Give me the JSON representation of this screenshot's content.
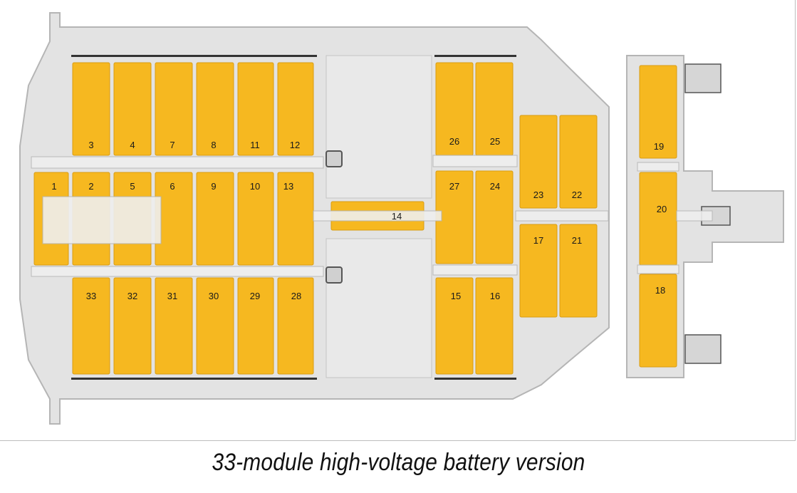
{
  "caption": "33-module high-voltage battery version",
  "colors": {
    "module_fill": "#f6b820",
    "module_edge": "#d99c12",
    "tray": "#e3e3e3",
    "tray_edge": "#b5b5b5",
    "busbar": "#efefef"
  },
  "modules": [
    {
      "id": "1",
      "label": "1"
    },
    {
      "id": "2",
      "label": "2"
    },
    {
      "id": "3",
      "label": "3"
    },
    {
      "id": "4",
      "label": "4"
    },
    {
      "id": "5",
      "label": "5"
    },
    {
      "id": "6",
      "label": "6"
    },
    {
      "id": "7",
      "label": "7"
    },
    {
      "id": "8",
      "label": "8"
    },
    {
      "id": "9",
      "label": "9"
    },
    {
      "id": "10",
      "label": "10"
    },
    {
      "id": "11",
      "label": "11"
    },
    {
      "id": "12",
      "label": "12"
    },
    {
      "id": "13",
      "label": "13"
    },
    {
      "id": "14",
      "label": "14"
    },
    {
      "id": "15",
      "label": "15"
    },
    {
      "id": "16",
      "label": "16"
    },
    {
      "id": "17",
      "label": "17"
    },
    {
      "id": "18",
      "label": "18"
    },
    {
      "id": "19",
      "label": "19"
    },
    {
      "id": "20",
      "label": "20"
    },
    {
      "id": "21",
      "label": "21"
    },
    {
      "id": "22",
      "label": "22"
    },
    {
      "id": "23",
      "label": "23"
    },
    {
      "id": "24",
      "label": "24"
    },
    {
      "id": "25",
      "label": "25"
    },
    {
      "id": "26",
      "label": "26"
    },
    {
      "id": "27",
      "label": "27"
    },
    {
      "id": "28",
      "label": "28"
    },
    {
      "id": "29",
      "label": "29"
    },
    {
      "id": "30",
      "label": "30"
    },
    {
      "id": "31",
      "label": "31"
    },
    {
      "id": "32",
      "label": "32"
    },
    {
      "id": "33",
      "label": "33"
    }
  ]
}
